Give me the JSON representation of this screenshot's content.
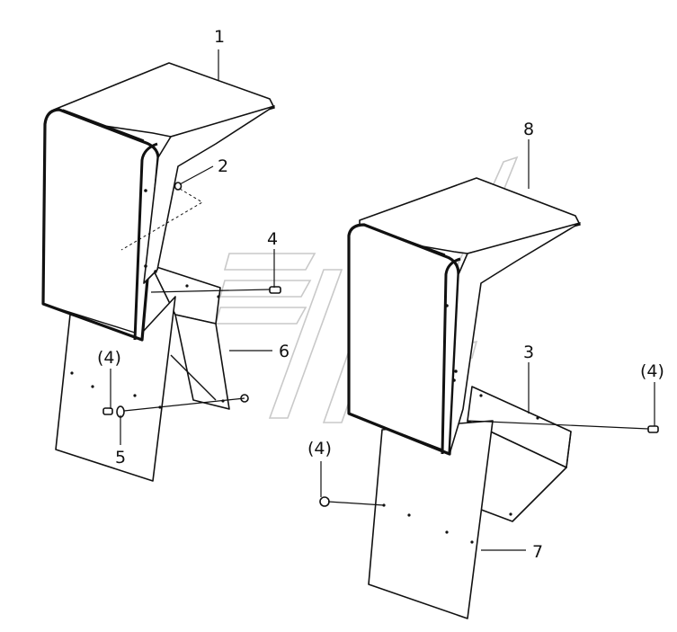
{
  "callouts": {
    "c1": "1",
    "c2": "2",
    "c3": "3",
    "c4": "4",
    "c4a": "(4)",
    "c4b": "(4)",
    "c4c": "(4)",
    "c5": "5",
    "c6": "6",
    "c7": "7",
    "c8": "8"
  },
  "colors": {
    "line": "#111111",
    "watermark": "#c9c9c9",
    "background": "#ffffff"
  }
}
